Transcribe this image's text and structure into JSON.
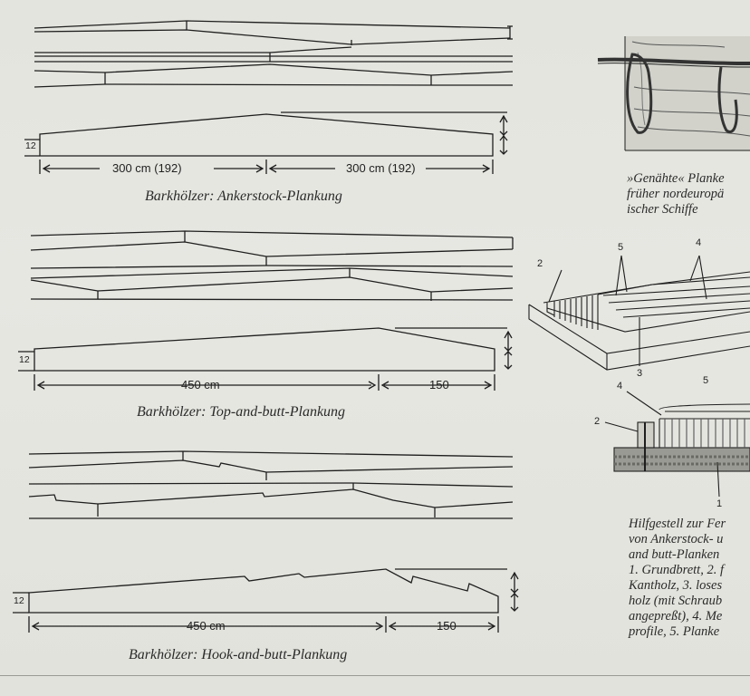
{
  "figure1": {
    "caption": "Barkhölzer: Ankerstock-Plankung",
    "height_label": "12",
    "dim_left": "300 cm (192)",
    "dim_right": "300 cm (192)"
  },
  "figure2": {
    "caption": "Barkhölzer: Top-and-butt-Plankung",
    "height_label": "12",
    "dim_left": "450 cm",
    "dim_right": "150"
  },
  "figure3": {
    "caption": "Barkhölzer: Hook-and-butt-Plankung",
    "height_label": "12",
    "dim_left": "450 cm",
    "dim_right": "150"
  },
  "right": {
    "sewn_caption_lines": [
      "»Genähte« Planke",
      "früher nordeuropä",
      "ischer Schiffe"
    ],
    "jig_labels": {
      "top_2": "2",
      "top_5": "5",
      "top_4": "4",
      "top_3": "3",
      "sec_4": "4",
      "sec_5": "5",
      "sec_2": "2",
      "sec_1": "1"
    },
    "jig_caption_lines": [
      "Hilfgestell zur Fer",
      "von Ankerstock- u",
      "and butt-Planken",
      "1. Grundbrett, 2. f",
      "Kantholz, 3. loses",
      "holz (mit Schraub",
      "angepreßt), 4. Me",
      "profile, 5. Planke"
    ]
  }
}
